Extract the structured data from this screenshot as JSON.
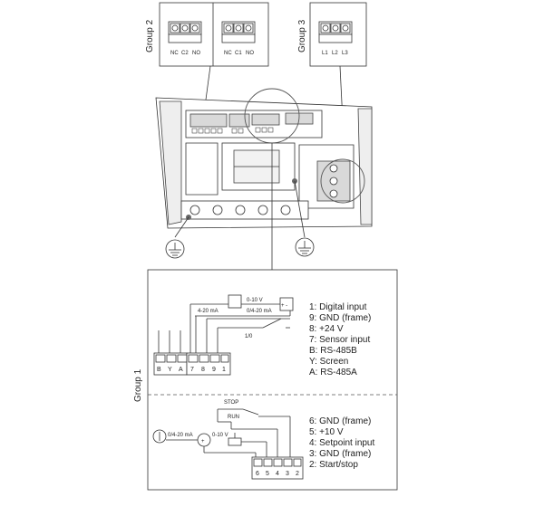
{
  "groups": {
    "group1": "Group 1",
    "group2": "Group 2",
    "group3": "Group 3"
  },
  "group2_terminals": {
    "left": [
      "NC",
      "C2",
      "NO"
    ],
    "right": [
      "NC",
      "C1",
      "NO"
    ]
  },
  "group3_terminals": [
    "L1",
    "L2",
    "L3"
  ],
  "upper_wiring": {
    "top_label": "0-10 V",
    "left_current": "4-20 mA",
    "right_current": "0/4-20 mA",
    "switch_label": "1/0",
    "terminals": [
      "B",
      "Y",
      "A",
      "7",
      "8",
      "9",
      "1"
    ],
    "legend": [
      "1: Digital input",
      "9: GND (frame)",
      "8: +24 V",
      "7: Sensor input",
      "B: RS-485B",
      "Y: Screen",
      "A: RS-485A"
    ]
  },
  "lower_wiring": {
    "stop_label": "STOP",
    "run_label": "RUN",
    "left_current": "0/4-20 mA",
    "voltage": "0-10 V",
    "terminals": [
      "6",
      "5",
      "4",
      "3",
      "2"
    ],
    "legend": [
      "6: GND (frame)",
      "5: +10 V",
      "4: Setpoint input",
      "3: GND (frame)",
      "2: Start/stop"
    ]
  }
}
